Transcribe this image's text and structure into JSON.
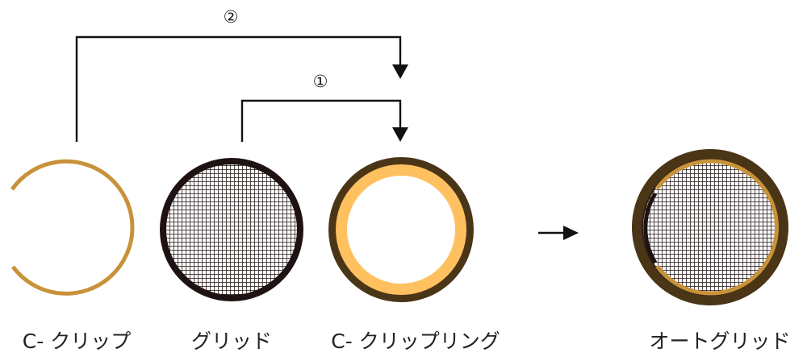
{
  "labels": {
    "c_clip": "C- クリップ",
    "grid": "グリッド",
    "c_clip_ring": "C- クリップリング",
    "autogrid": "オートグリッド"
  },
  "steps": {
    "step1": "①",
    "step2": "②"
  },
  "colors": {
    "clip_gold": "#c8923a",
    "ring_dark": "#4a3517",
    "ring_light": "#ffc060",
    "grid_rim": "#1e1212",
    "mesh_line": "#1e1212",
    "arrow": "#111111"
  }
}
